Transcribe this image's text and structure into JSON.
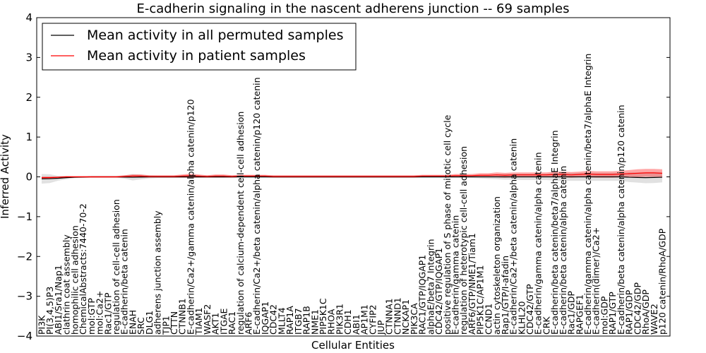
{
  "chart_data": {
    "type": "line",
    "title": "E-cadherin signaling in the nascent adherens junction -- 69 samples",
    "xlabel": "Cellular Entities",
    "ylabel": "Inferred Activity",
    "ylim": [
      -4,
      4
    ],
    "yticks": [
      "−4",
      "−3",
      "−2",
      "−1",
      "0",
      "1",
      "2",
      "3",
      "4"
    ],
    "grid": false,
    "legend_position": "top-left",
    "categories": [
      "PI3K",
      "PI(3,4,5)P3",
      "ABI1/Sra1/Nap1",
      "clathrin coat assembly",
      "homophilic cell adhesion",
      "ChemicalAbstracts:7440-70-2",
      "mol:GTP",
      "mol:Ca2+",
      "Rac1/GTP",
      "regulation of cell-cell adhesion",
      "E-cadherin/beta catenin",
      "ENAH",
      "SRC",
      "DLG1",
      "adherens junction assembly",
      "TJP1",
      "CTTN",
      "CTNNB1",
      "E-cadherin/Ca2+/gamma catenin/alpha catenin/p120",
      "TIAM1",
      "WASF2",
      "AKT1",
      "ITGAE",
      "RAC1",
      "regulation of calcium-dependent cell-cell adhesion",
      "ARF6",
      "E-cadherin/Ca2+/beta catenin/alpha catenin/p120 catenin",
      "IQGAP1",
      "CDC42",
      "MLLT4",
      "RAP1A",
      "ITGB7",
      "RAP1B",
      "NME1",
      "PIP5K1C",
      "RHOA",
      "PIK3R1",
      "CDH1",
      "ABI1",
      "AP1M1",
      "CYFIP2",
      "JUP",
      "CTNNA1",
      "CTNND1",
      "NCKAP1",
      "PIK3CA",
      "RAC1/GTP/IQGAP1",
      "alphaE/beta7 Integrin",
      "CDC42/GTP/IQGAP1",
      "positive regulation of S phase of mitotic cell cycle",
      "E-cadherin/gamma catenin",
      "regulation of heterotypic cell-cell adhesion",
      "ARF6/GTP/NME1/Tiam1",
      "PIP5K1C/AP1M1",
      "CCND1",
      "actin cytoskeleton organization",
      "Rap1/GTP/I-afadin",
      "E-cadherin/Ca2+/beta catenin/alpha catenin",
      "KLHL20",
      "CDC42/GTP",
      "E-cadherin/gamma catenin/alpha catenin",
      "CRK",
      "E-cadherin/beta catenin/beta7/alphaE Integrin",
      "E-cadherin/beta catenin/alpha catenin",
      "Rac1/GDP",
      "RAPGEF1",
      "E-cadherin/gamma catenin/alpha catenin/beta7/alphaE Integrin",
      "E-cadherin(dimer)/Ca2+",
      "mol:GDP",
      "RAP1/GTP",
      "E-cadherin/beta catenin/alpha catenin/p120 catenin",
      "RAP1/GDP",
      "CDC42/GDP",
      "RhoA/GDP",
      "WAVE2",
      "p120 catenin/RhoA/GDP"
    ],
    "series": [
      {
        "name": "Mean activity in all permuted samples",
        "color": "#000000",
        "values": [
          -0.05,
          -0.045,
          -0.035,
          -0.02,
          -0.01,
          -0.005,
          0,
          0,
          0,
          0,
          -0.005,
          -0.01,
          -0.005,
          0,
          0,
          0,
          0,
          0,
          0,
          0,
          0,
          0,
          0,
          0,
          0,
          0,
          0,
          0,
          0,
          0,
          0,
          0,
          0,
          0,
          0,
          0,
          0,
          0,
          0,
          0,
          0,
          0,
          0,
          0,
          0,
          0,
          0,
          0,
          0,
          0,
          0,
          0,
          0,
          0,
          0,
          0,
          0,
          0,
          0,
          0,
          0,
          0,
          0,
          0,
          0,
          0,
          0,
          0,
          0,
          0,
          0,
          -0.01,
          -0.015,
          -0.02,
          -0.015,
          -0.01
        ],
        "band": [
          0.12,
          0.11,
          0.06,
          0.04,
          0.02,
          0.02,
          0.02,
          0.02,
          0.02,
          0.02,
          0.04,
          0.08,
          0.06,
          0.04,
          0.03,
          0.03,
          0.03,
          0.03,
          0.03,
          0.03,
          0.03,
          0.03,
          0.03,
          0.03,
          0.03,
          0.03,
          0.03,
          0.03,
          0.03,
          0.03,
          0.03,
          0.03,
          0.03,
          0.03,
          0.03,
          0.03,
          0.03,
          0.03,
          0.03,
          0.03,
          0.03,
          0.03,
          0.03,
          0.03,
          0.03,
          0.03,
          0.03,
          0.03,
          0.03,
          0.03,
          0.03,
          0.03,
          0.03,
          0.04,
          0.05,
          0.06,
          0.07,
          0.07,
          0.08,
          0.08,
          0.08,
          0.08,
          0.09,
          0.1,
          0.1,
          0.1,
          0.1,
          0.1,
          0.1,
          0.1,
          0.1,
          0.12,
          0.13,
          0.14,
          0.14,
          0.13
        ]
      },
      {
        "name": "Mean activity in patient samples",
        "color": "#ff0000",
        "values": [
          -0.02,
          -0.02,
          -0.01,
          0,
          0,
          0,
          0,
          0,
          0,
          0,
          0.01,
          0.02,
          0.02,
          0.01,
          0.01,
          0.01,
          0.01,
          0.02,
          0.03,
          0.02,
          0.01,
          0.02,
          0.02,
          0.01,
          0.02,
          0.02,
          0.02,
          0.02,
          0.01,
          0.01,
          0.01,
          0.01,
          0.01,
          0.01,
          0.01,
          0.01,
          0.01,
          0.01,
          0.01,
          0.01,
          0.01,
          0.01,
          0.01,
          0.01,
          0.01,
          0.01,
          0.02,
          0.02,
          0.02,
          0.02,
          0.03,
          0.03,
          0.03,
          0.04,
          0.04,
          0.05,
          0.04,
          0.05,
          0.05,
          0.05,
          0.05,
          0.05,
          0.06,
          0.06,
          0.05,
          0.06,
          0.07,
          0.06,
          0.06,
          0.06,
          0.07,
          0.08,
          0.09,
          0.1,
          0.1,
          0.09
        ],
        "band": [
          0.03,
          0.03,
          0.02,
          0.02,
          0.02,
          0.02,
          0.02,
          0.02,
          0.02,
          0.02,
          0.03,
          0.04,
          0.04,
          0.03,
          0.03,
          0.03,
          0.03,
          0.04,
          0.05,
          0.04,
          0.03,
          0.04,
          0.04,
          0.03,
          0.03,
          0.03,
          0.03,
          0.03,
          0.03,
          0.03,
          0.03,
          0.03,
          0.03,
          0.03,
          0.03,
          0.03,
          0.03,
          0.03,
          0.03,
          0.03,
          0.03,
          0.03,
          0.03,
          0.03,
          0.03,
          0.03,
          0.03,
          0.03,
          0.03,
          0.03,
          0.04,
          0.04,
          0.04,
          0.05,
          0.05,
          0.06,
          0.06,
          0.06,
          0.06,
          0.06,
          0.06,
          0.06,
          0.07,
          0.07,
          0.07,
          0.07,
          0.08,
          0.08,
          0.08,
          0.08,
          0.08,
          0.09,
          0.1,
          0.1,
          0.1,
          0.1
        ]
      }
    ]
  }
}
